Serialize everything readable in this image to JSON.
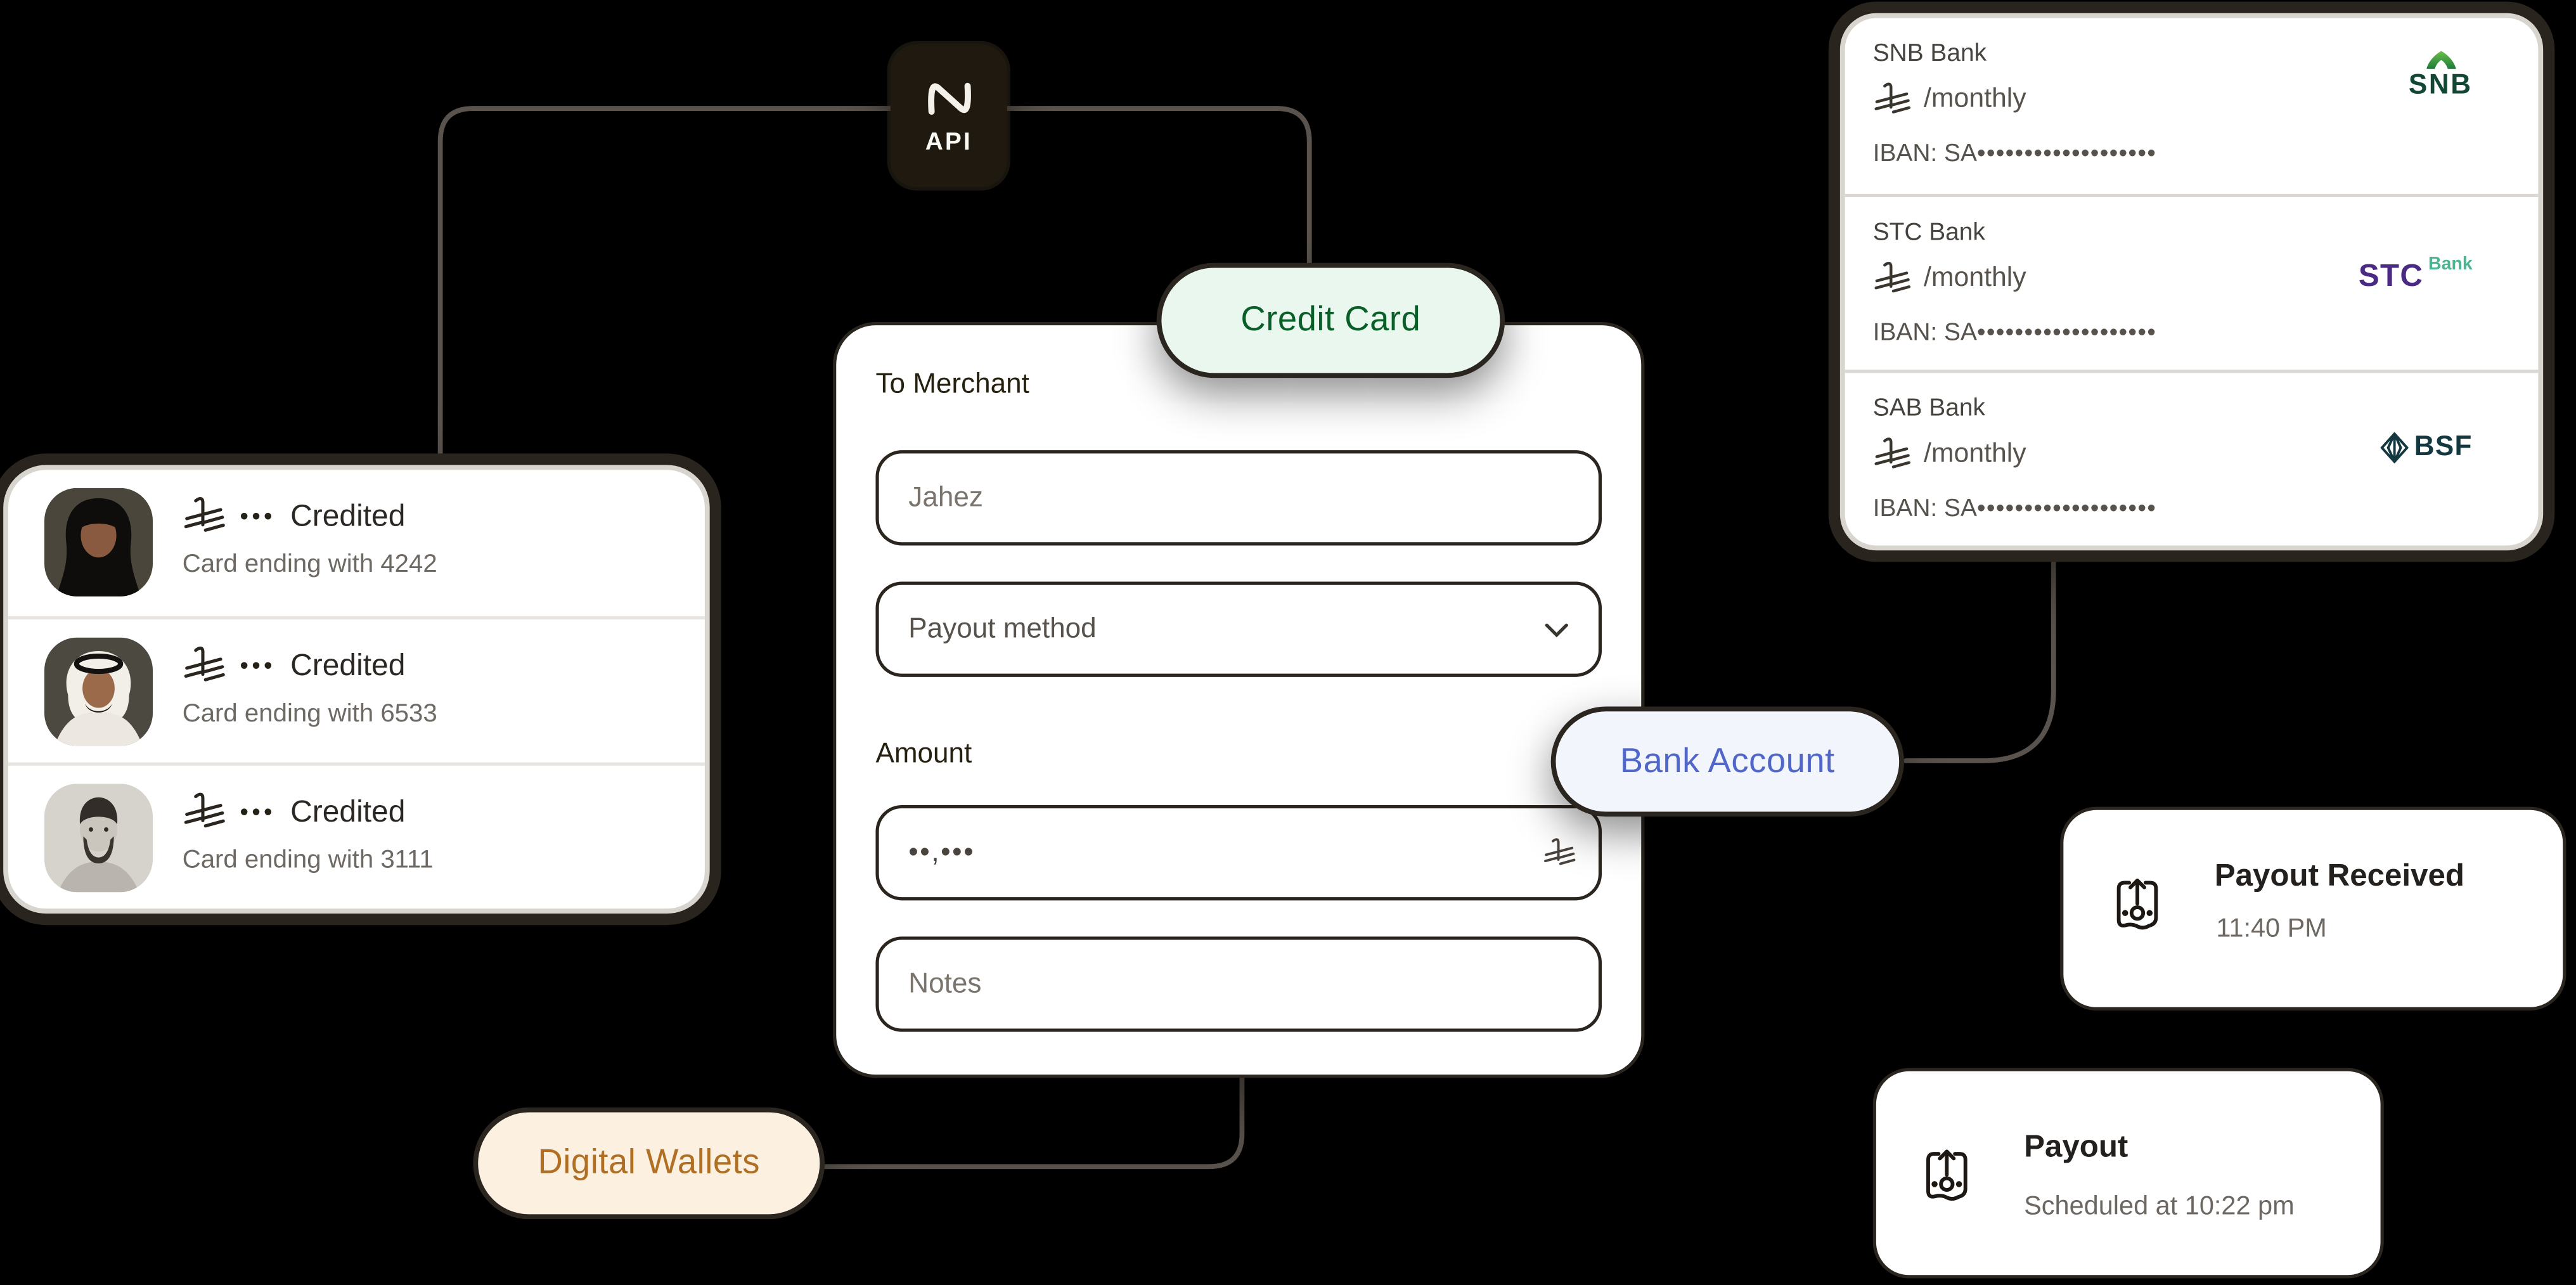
{
  "api_node": {
    "label": "API"
  },
  "flow_labels": {
    "credit_card": "Credit Card",
    "bank_account": "Bank Account",
    "digital_wallets": "Digital Wallets"
  },
  "merchant_form": {
    "to_merchant_label": "To Merchant",
    "merchant_placeholder": "Jahez",
    "payout_method_placeholder": "Payout method",
    "amount_label": "Amount",
    "amount_value": "••,•••",
    "notes_placeholder": "Notes"
  },
  "credited_card": {
    "items": [
      {
        "status_prefix": "•••",
        "status": "Credited",
        "detail": "Card ending with 4242"
      },
      {
        "status_prefix": "•••",
        "status": "Credited",
        "detail": "Card ending with 6533"
      },
      {
        "status_prefix": "•••",
        "status": "Credited",
        "detail": "Card ending with 3111"
      }
    ]
  },
  "banks_card": {
    "items": [
      {
        "name": "SNB Bank",
        "frequency": "/monthly",
        "iban_label": "IBAN: SA",
        "iban_mask": "•••••••••••••••••••",
        "logo": "SNB"
      },
      {
        "name": "STC Bank",
        "frequency": "/monthly",
        "iban_label": "IBAN: SA",
        "iban_mask": "•••••••••••••••••••",
        "logo_main": "STC",
        "logo_sub": "Bank"
      },
      {
        "name": "SAB Bank",
        "frequency": "/monthly",
        "iban_label": "IBAN: SA",
        "iban_mask": "•••••••••••••••••••",
        "logo": "BSF"
      }
    ]
  },
  "payout_received_card": {
    "title": "Payout Received",
    "time": "11:40 PM"
  },
  "payout_card": {
    "title": "Payout",
    "subtitle": "Scheduled at 10:22 pm"
  },
  "colors": {
    "background": "#000000",
    "connector": "#5a534d",
    "credit_card_text": "#0a5e28",
    "credit_card_bg": "#e9f7ee",
    "bank_account_text": "#5066c9",
    "bank_account_bg": "#f3f5fd",
    "digital_wallets_text": "#b06f22",
    "digital_wallets_bg": "#fcf0e0",
    "snb_green": "#124734",
    "stc_purple": "#4b2a84",
    "stc_bank_green": "#4db48f",
    "bsf_teal": "#143840"
  }
}
